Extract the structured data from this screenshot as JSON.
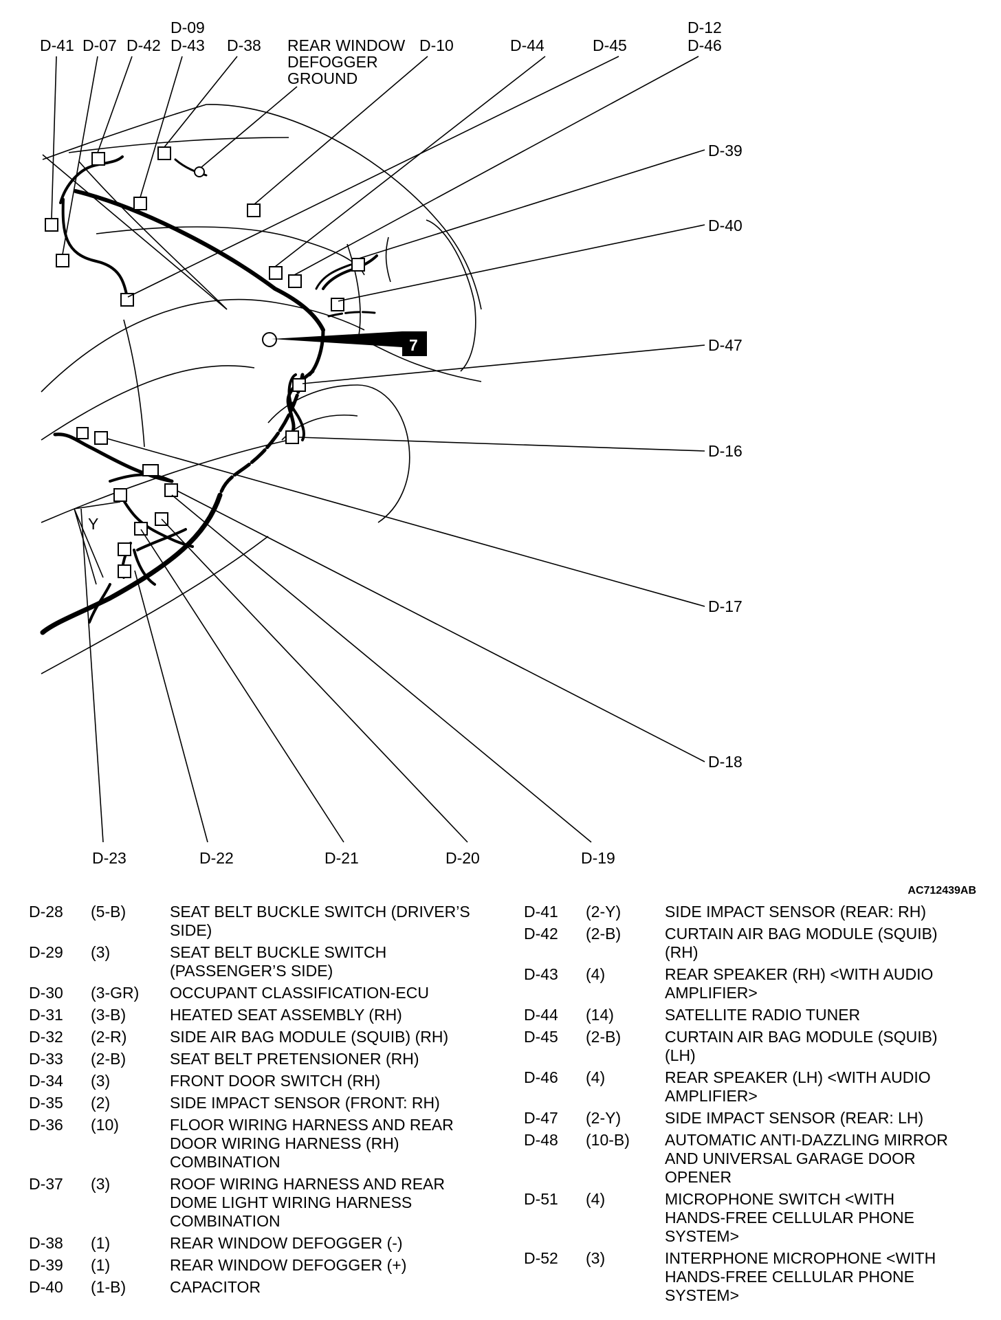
{
  "diagram": {
    "labels": {
      "d41": "D-41",
      "d07": "D-07",
      "d42": "D-42",
      "d09": "D-09",
      "d43": "D-43",
      "d38": "D-38",
      "rwdg1": "REAR WINDOW",
      "rwdg2": "DEFOGGER",
      "rwdg3": "GROUND",
      "d10": "D-10",
      "d44": "D-44",
      "d45": "D-45",
      "d12": "D-12",
      "d46": "D-46",
      "d39": "D-39",
      "d40": "D-40",
      "d47": "D-47",
      "d16": "D-16",
      "d17": "D-17",
      "d18": "D-18",
      "d23": "D-23",
      "d22": "D-22",
      "d21": "D-21",
      "d20": "D-20",
      "d19": "D-19",
      "y": "Y",
      "callout": "7"
    },
    "figure_id": "AC712439AB"
  },
  "legend_left": [
    {
      "code": "D-28",
      "spec": "(5-B)",
      "desc": [
        "SEAT BELT BUCKLE SWITCH (DRIVER’S",
        "SIDE)"
      ]
    },
    {
      "code": "D-29",
      "spec": "(3)",
      "desc": [
        "SEAT BELT BUCKLE SWITCH",
        "(PASSENGER’S SIDE)"
      ]
    },
    {
      "code": "D-30",
      "spec": "(3-GR)",
      "desc": [
        "OCCUPANT CLASSIFICATION-ECU"
      ]
    },
    {
      "code": "D-31",
      "spec": "(3-B)",
      "desc": [
        "HEATED SEAT ASSEMBLY (RH)"
      ]
    },
    {
      "code": "D-32",
      "spec": "(2-R)",
      "desc": [
        "SIDE AIR BAG MODULE (SQUIB) (RH)"
      ]
    },
    {
      "code": "D-33",
      "spec": "(2-B)",
      "desc": [
        "SEAT BELT PRETENSIONER (RH)"
      ]
    },
    {
      "code": "D-34",
      "spec": "(3)",
      "desc": [
        "FRONT DOOR SWITCH (RH)"
      ]
    },
    {
      "code": "D-35",
      "spec": "(2)",
      "desc": [
        "SIDE IMPACT SENSOR (FRONT: RH)"
      ]
    },
    {
      "code": "D-36",
      "spec": "(10)",
      "desc": [
        "FLOOR WIRING HARNESS AND REAR",
        "DOOR WIRING HARNESS (RH)",
        "COMBINATION"
      ]
    },
    {
      "code": "D-37",
      "spec": "(3)",
      "desc": [
        "ROOF WIRING HARNESS AND REAR",
        "DOME LIGHT WIRING HARNESS",
        "COMBINATION"
      ]
    },
    {
      "code": "D-38",
      "spec": "(1)",
      "desc": [
        "REAR WINDOW DEFOGGER (-)"
      ]
    },
    {
      "code": "D-39",
      "spec": "(1)",
      "desc": [
        "REAR WINDOW DEFOGGER (+)"
      ]
    },
    {
      "code": "D-40",
      "spec": "(1-B)",
      "desc": [
        "CAPACITOR"
      ]
    }
  ],
  "legend_right": [
    {
      "code": "D-41",
      "spec": "(2-Y)",
      "desc": [
        "SIDE IMPACT SENSOR (REAR: RH)"
      ]
    },
    {
      "code": "D-42",
      "spec": "(2-B)",
      "desc": [
        "CURTAIN AIR BAG MODULE (SQUIB)",
        "(RH)"
      ]
    },
    {
      "code": "D-43",
      "spec": "(4)",
      "desc": [
        "REAR SPEAKER (RH) <WITH AUDIO",
        "AMPLIFIER>"
      ]
    },
    {
      "code": "D-44",
      "spec": "(14)",
      "desc": [
        "SATELLITE RADIO TUNER"
      ]
    },
    {
      "code": "D-45",
      "spec": "(2-B)",
      "desc": [
        "CURTAIN AIR BAG MODULE (SQUIB)",
        "(LH)"
      ]
    },
    {
      "code": "D-46",
      "spec": "(4)",
      "desc": [
        "REAR SPEAKER (LH) <WITH AUDIO",
        "AMPLIFIER>"
      ]
    },
    {
      "code": "D-47",
      "spec": "(2-Y)",
      "desc": [
        "SIDE IMPACT SENSOR (REAR: LH)"
      ]
    },
    {
      "code": "D-48",
      "spec": "(10-B)",
      "desc": [
        "AUTOMATIC ANTI-DAZZLING MIRROR",
        "AND UNIVERSAL GARAGE DOOR",
        "OPENER"
      ]
    },
    {
      "code": "D-51",
      "spec": "(4)",
      "desc": [
        "MICROPHONE SWITCH <WITH",
        "HANDS-FREE CELLULAR PHONE",
        "SYSTEM>"
      ]
    },
    {
      "code": "D-52",
      "spec": "(3)",
      "desc": [
        "INTERPHONE MICROPHONE <WITH",
        "HANDS-FREE CELLULAR PHONE",
        "SYSTEM>"
      ]
    }
  ]
}
